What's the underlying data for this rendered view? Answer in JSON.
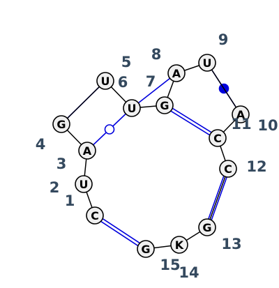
{
  "colors": {
    "backbone": "#000000",
    "pair": "#0000dd",
    "node_fill": "#f0f0f0",
    "node_stroke": "#000000",
    "number": "#34495e"
  },
  "nucleotides": [
    {
      "letter": "C",
      "number": "1"
    },
    {
      "letter": "U",
      "number": "2"
    },
    {
      "letter": "A",
      "number": "3"
    },
    {
      "letter": "G",
      "number": "4"
    },
    {
      "letter": "U",
      "number": "5"
    },
    {
      "letter": "U",
      "number": "6"
    },
    {
      "letter": "G",
      "number": "7"
    },
    {
      "letter": "A",
      "number": "8"
    },
    {
      "letter": "U",
      "number": "9"
    },
    {
      "letter": "A",
      "number": "10"
    },
    {
      "letter": "C",
      "number": "11"
    },
    {
      "letter": "C",
      "number": "12"
    },
    {
      "letter": "G",
      "number": "13"
    },
    {
      "letter": "K",
      "number": "14"
    },
    {
      "letter": "G",
      "number": "15"
    }
  ],
  "pairs": [
    {
      "a": "1",
      "b": "15",
      "type": "canonical"
    },
    {
      "a": "4",
      "b": "5",
      "type": "single-line"
    },
    {
      "a": "3",
      "b": "6",
      "type": "open-circle"
    },
    {
      "a": "6",
      "b": "8",
      "type": "single-line"
    },
    {
      "a": "7",
      "b": "11",
      "type": "canonical"
    },
    {
      "a": "9",
      "b": "10",
      "type": "filled-circle"
    },
    {
      "a": "12",
      "b": "13",
      "type": "canonical"
    }
  ]
}
